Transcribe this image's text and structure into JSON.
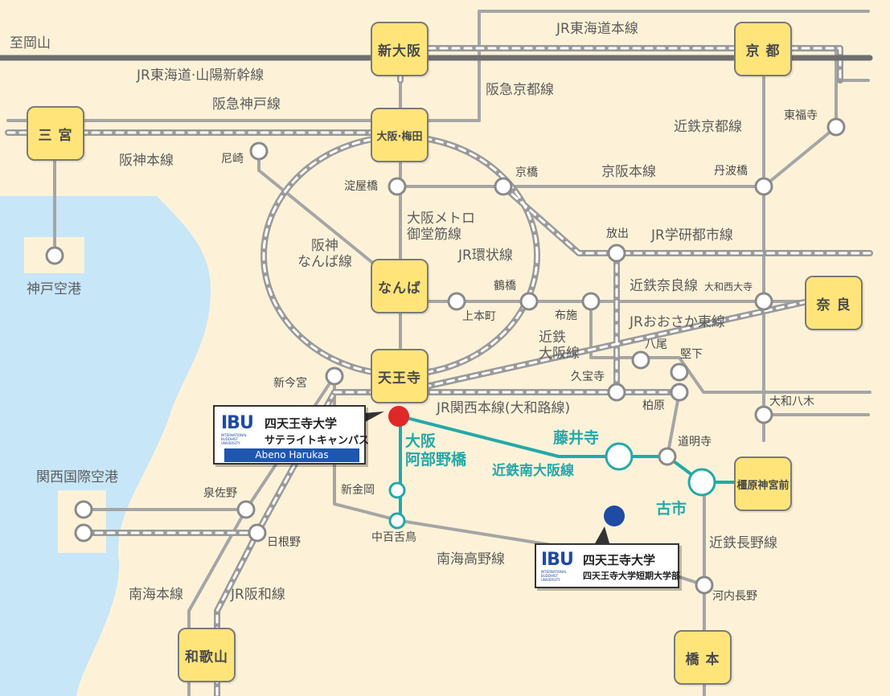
{
  "map": {
    "colors": {
      "background": "#fdf2d8",
      "sea": "#c7e6f7",
      "line": "#a5a5a5",
      "jr_line": "#6f6f6f",
      "accent_line": "#23a9a9",
      "hub_fill": "#ffe47a",
      "campus_red": "#e02828",
      "campus_blue": "#1f4aa5"
    },
    "hubs": {
      "shin_osaka": "新大阪",
      "kyoto": "京 都",
      "sannomiya": "三 宮",
      "osaka_umeda": "大阪·梅田",
      "namba": "なんば",
      "nara": "奈 良",
      "tennoji": "天王寺",
      "kashihara": "橿原神宮前",
      "wakayama": "和歌山",
      "hashimoto": "橋 本"
    },
    "stations": {
      "amagasaki": "尼崎",
      "yodoyabashi": "淀屋橋",
      "kyobashi": "京橋",
      "tanbabashi": "丹波橋",
      "tofukuji": "東福寺",
      "hanaten": "放出",
      "tsuruhashi": "鶴橋",
      "uehommachi": "上本町",
      "fuse": "布施",
      "yamato_saidaiji": "大和西大寺",
      "yao": "八尾",
      "katashimo": "堅下",
      "shin_imamiya": "新今宮",
      "kyuhoji": "久宝寺",
      "kashiwara": "柏原",
      "yamato_yagi": "大和八木",
      "domyoji": "道明寺",
      "shin_kanaoka": "新金岡",
      "nakamozu": "中百舌鳥",
      "izumisano": "泉佐野",
      "hineno": "日根野",
      "kawachinagano": "河内長野",
      "kobe_airport": "神戸空港",
      "kansai_airport": "関西国際空港"
    },
    "highlight_stations": {
      "osaka_abenobashi": "大阪\n阿部野橋",
      "fujiidera": "藤井寺",
      "furuichi": "古市"
    },
    "lines": {
      "to_okayama": "至岡山",
      "jr_tokaido_main": "JR東海道本線",
      "jr_tokaido_sanyo_shinkansen": "JR東海道·山陽新幹線",
      "hankyu_kobe": "阪急神戸線",
      "hankyu_kyoto": "阪急京都線",
      "kintetsu_kyoto": "近鉄京都線",
      "hanshin_main": "阪神本線",
      "keihan_main": "京阪本線",
      "osaka_metro_midosuji": "大阪メトロ\n御堂筋線",
      "hanshin_namba": "阪神\nなんば線",
      "jr_loop": "JR環状線",
      "jr_gakkentoshi": "JR学研都市線",
      "kintetsu_nara": "近鉄奈良線",
      "kintetsu_osaka": "近鉄\n大阪線",
      "jr_osaka_higashi": "JRおおさか東線",
      "jr_kansai_main": "JR関西本線(大和路線)",
      "kintetsu_minami_osaka": "近鉄南大阪線",
      "nankai_koya": "南海高野線",
      "kintetsu_nagano": "近鉄長野線",
      "nankai_main": "南海本線",
      "jr_hanwa": "JR阪和線"
    },
    "campus_satellite": {
      "logo": "IBU",
      "logo_sub": "INTERNATIONAL\nBUDDHIST\nUNIVERSITY",
      "name": "四天王寺大学",
      "subname": "サテライトキャンパス",
      "band": "Abeno Harukas"
    },
    "campus_main": {
      "logo": "IBU",
      "logo_sub": "INTERNATIONAL\nBUDDHIST\nUNIVERSITY",
      "name": "四天王寺大学",
      "subname": "四天王寺大学短期大学部"
    }
  }
}
